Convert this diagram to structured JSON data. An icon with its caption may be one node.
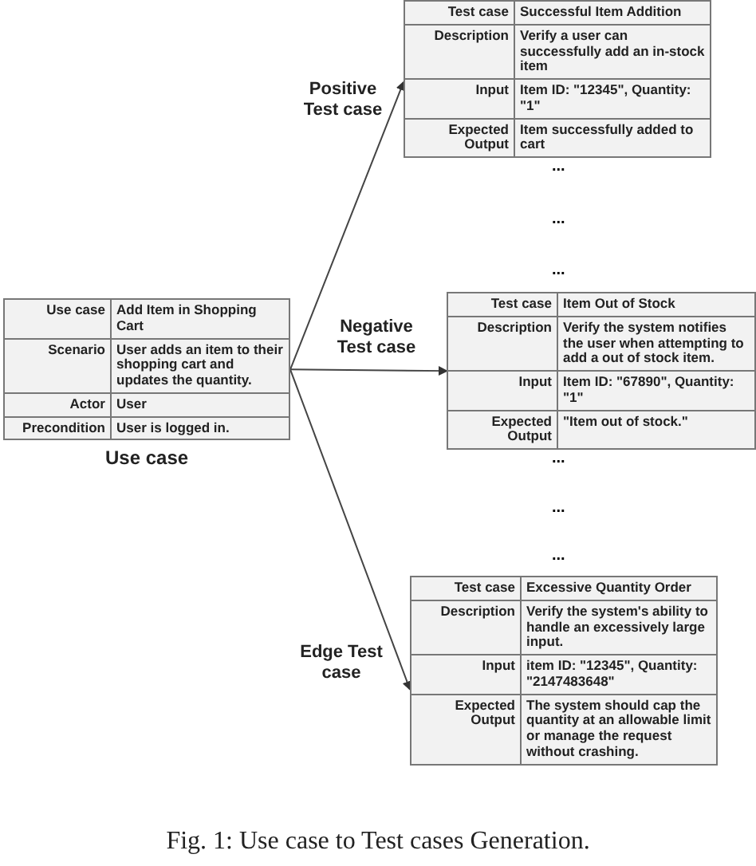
{
  "diagram": {
    "caption": "Fig. 1: Use case to Test cases Generation.",
    "nodes": [
      {
        "text": [
          "Use case",
          "Add Item in Shopping Cart",
          "Scenario",
          "User adds an item to their shopping cart and updates the quantity.",
          "Actor",
          "User",
          "Precondition",
          "User is logged in."
        ],
        "beside": [
          "Use case"
        ]
      },
      {
        "text": [
          "Test case",
          "Successful Item Addition",
          "Description",
          "Verify a user can successfully add an in-stock item",
          "Input",
          "Item ID: \"12345\", Quantity: \"1\"",
          "Expected Output",
          "Item successfully added to cart"
        ]
      },
      {
        "text": [
          "Test case",
          "Item Out of Stock",
          "Description",
          "Verify the system notifies the user when attempting to add a out of stock item.",
          "Input",
          "Item ID: \"67890\", Quantity: \"1\"",
          "Expected Output",
          "\"Item out of stock.\""
        ]
      },
      {
        "text": [
          "Test case",
          "Excessive Quantity Order",
          "Description",
          "Verify the system's ability to handle an excessively large input.",
          "Input",
          "item ID: \"12345\", Quantity: \"2147483648\"",
          "Expected Output",
          "The system should cap the quantity at an allowable limit or manage the request without crashing."
        ]
      }
    ],
    "edges": [
      {
        "from": 0,
        "to": 1,
        "arrow": "to",
        "label": "Positive Test case"
      },
      {
        "from": 0,
        "to": 2,
        "arrow": "to",
        "label": "Negative Test case"
      },
      {
        "from": 0,
        "to": 3,
        "arrow": "to",
        "label": "Edge Test case"
      }
    ],
    "labels": [
      "...",
      "...",
      "...",
      "...",
      "...",
      "..."
    ]
  }
}
